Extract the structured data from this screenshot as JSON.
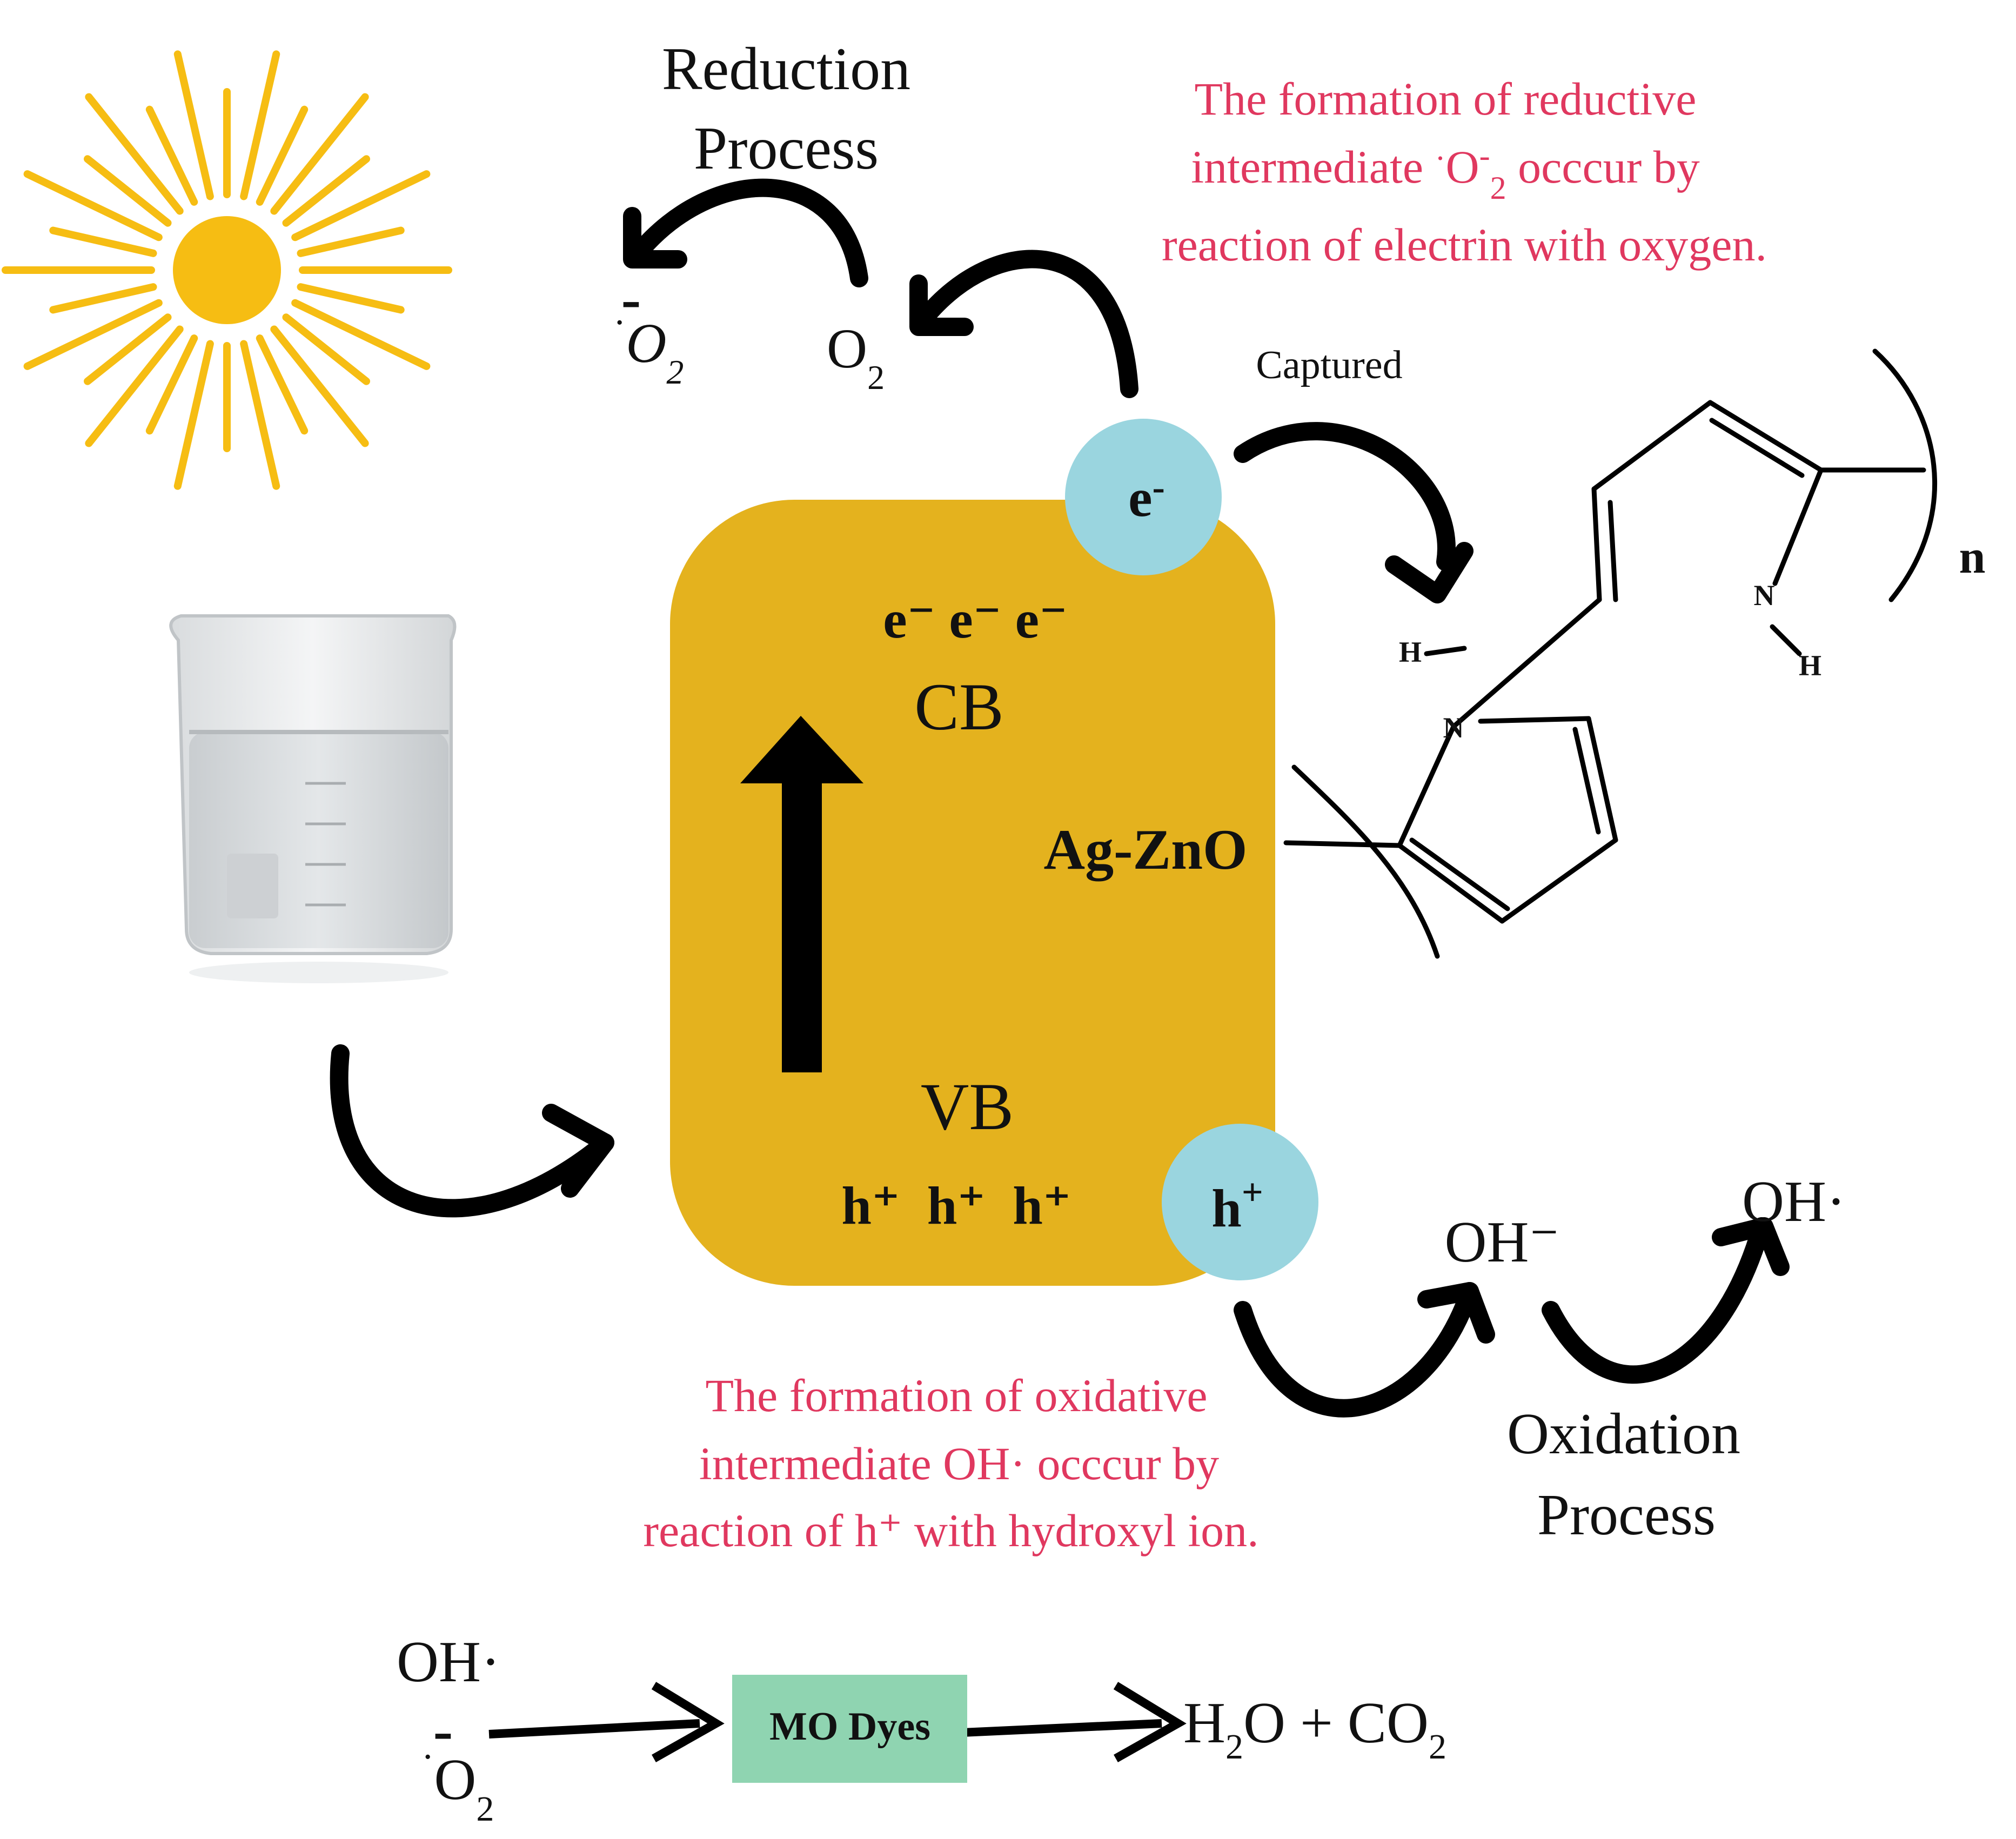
{
  "labels": {
    "reduction_line1": "Reduction",
    "reduction_line2": "Process",
    "reductive_note_line1": "The formation of reductive",
    "reductive_note_line2a": "intermediate ",
    "reductive_note_line2b": "O",
    "reductive_note_line2c": " occcur by",
    "reductive_note_line3": "reaction of electrin with oxygen.",
    "superoxide": "O",
    "oxygen": "O",
    "subscript_2": "2",
    "radical_dot": "·",
    "superscript_minus": "-",
    "captured": "Captured",
    "electron": "e",
    "cb_electrons": "e⁻ e⁻ e⁻",
    "cb": "CB",
    "vb": "VB",
    "catalyst": "Ag-ZnO",
    "vb_holes": "h⁺  h⁺  h⁺",
    "hole": "h",
    "polymer_n": "n",
    "nitrogen": "N",
    "hydrogen": "H",
    "hydroxide": "OH⁻",
    "hydroxyl_radical": "OH·",
    "oxidative_note_line1": "The formation of oxidative",
    "oxidative_note_line2": "intermediate OH· occcur by",
    "oxidative_note_line3": "reaction of h⁺ with hydroxyl ion.",
    "oxidation_line1": "Oxidation",
    "oxidation_line2": "Process",
    "bottom_oh": "OH·",
    "dyes": "MO Dyes",
    "products_h": "H",
    "products_rest": "O + CO"
  },
  "colors": {
    "sun": "#f6bd13",
    "catalyst_box": "#e4b21e",
    "charge_circle": "#9ad5df",
    "note_text": "#e0385f",
    "dyes_box": "#8fd4b1"
  },
  "icons": [
    "sun-icon",
    "beaker-icon",
    "polypyrrole-structure"
  ]
}
